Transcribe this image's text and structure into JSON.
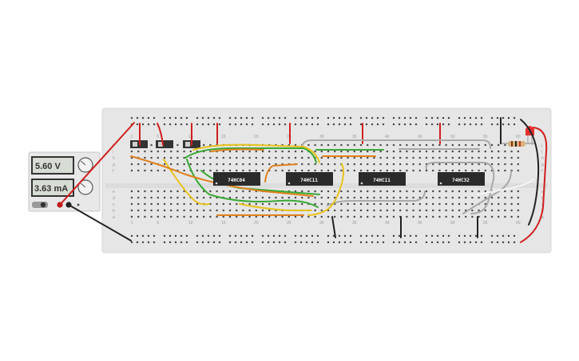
{
  "power_supply": {
    "voltage": "5.60 V",
    "current": "3.63 mA"
  },
  "chips": [
    {
      "label": "74HC04"
    },
    {
      "label": "74HC11"
    },
    {
      "label": "74HC11"
    },
    {
      "label": "74HC32"
    }
  ],
  "column_numbers": [
    "1",
    "5",
    "10",
    "15",
    "20",
    "25",
    "30",
    "35",
    "40",
    "45",
    "50",
    "55",
    "60"
  ],
  "row_letters_top": [
    "j",
    "i",
    "h",
    "g",
    "f"
  ],
  "row_letters_bottom": [
    "e",
    "d",
    "c",
    "b",
    "a"
  ],
  "colors": {
    "board": "#e6e6e6",
    "wire_red": "#d11f1f",
    "wire_black": "#222222",
    "wire_green": "#3aa935",
    "wire_yellow": "#e8c21a",
    "wire_orange": "#e0801c",
    "wire_gray": "#a9a9a9",
    "wire_white": "#f4f4f4",
    "chip": "#2b2b2b",
    "led": "#e53030"
  }
}
